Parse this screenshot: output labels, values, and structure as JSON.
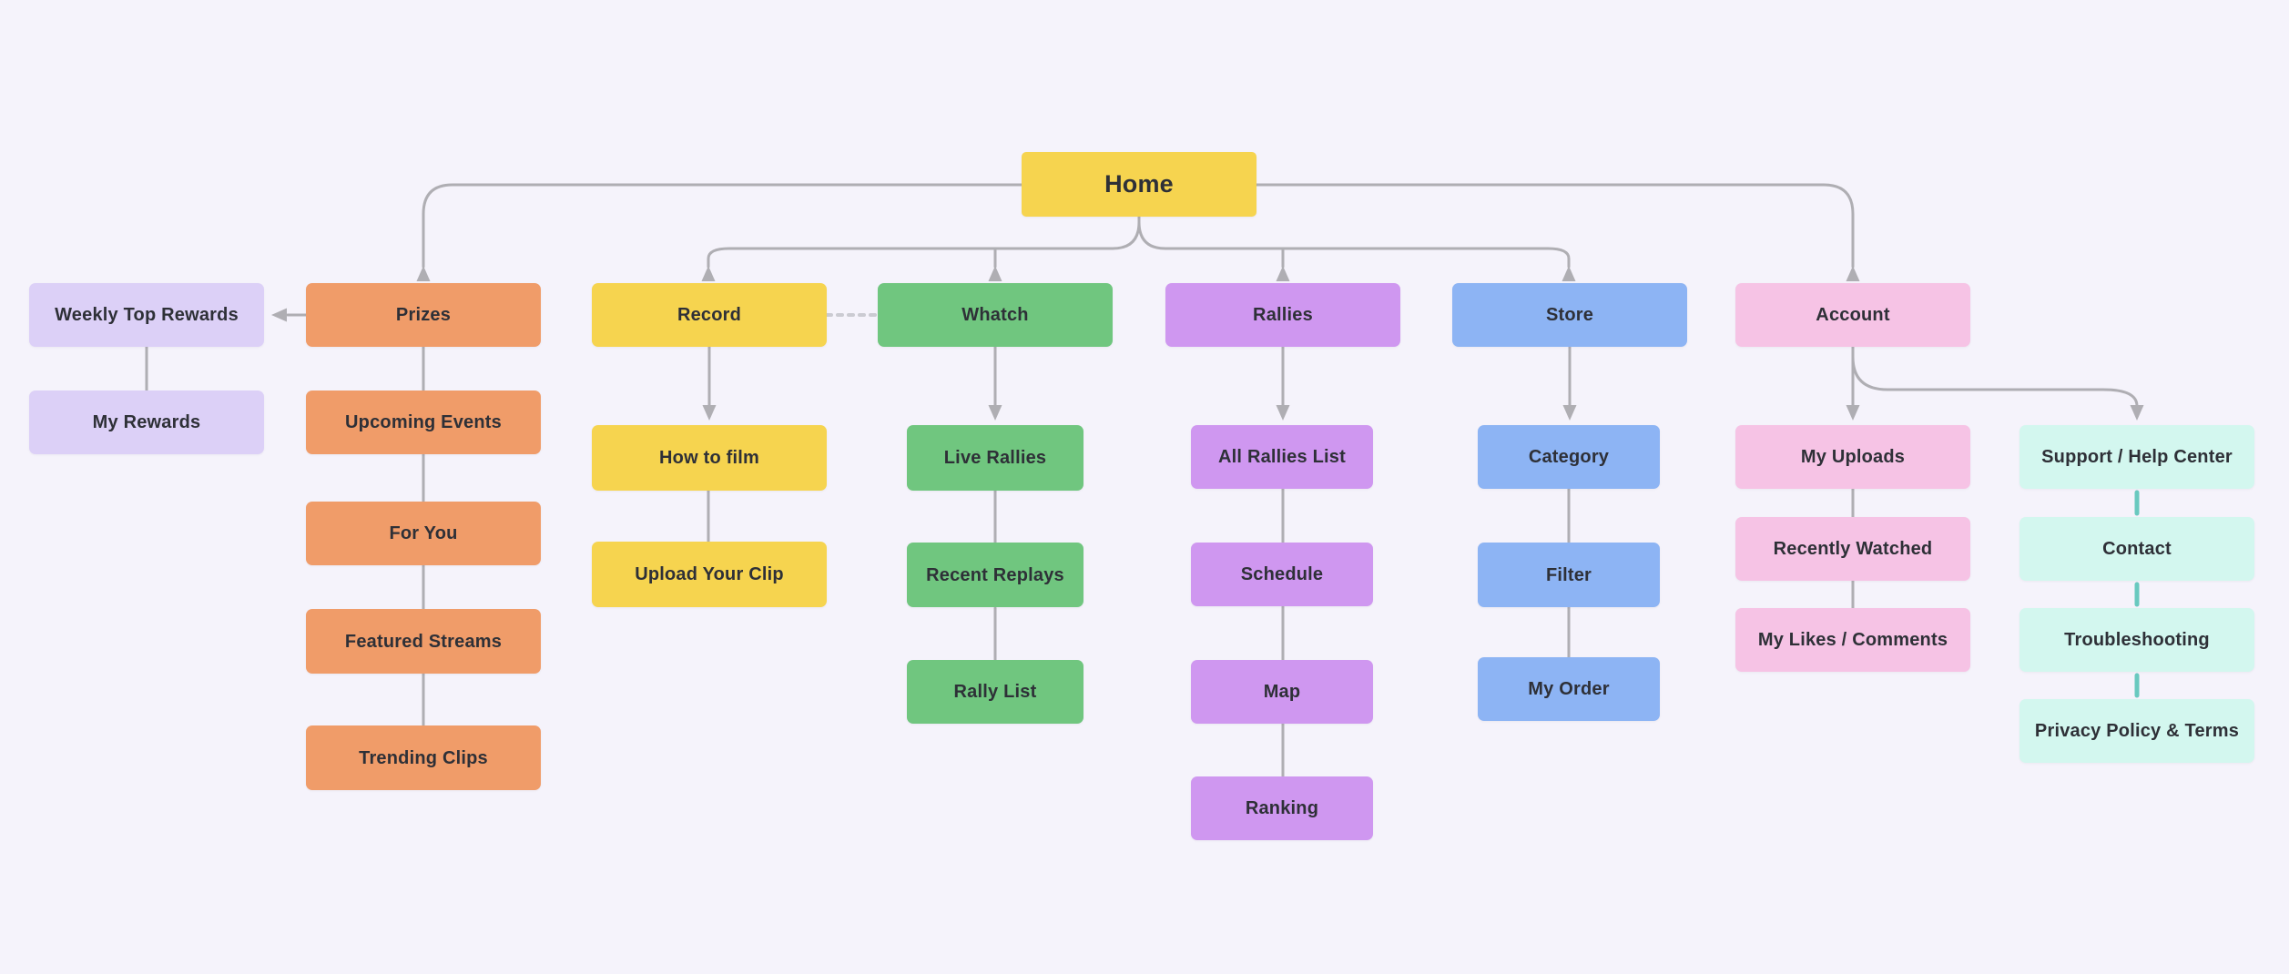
{
  "diagram": {
    "title": "App sitemap flowchart",
    "background": "#F5F3FB",
    "text_color": "#2E3037",
    "palette": {
      "yellow": "#F6D44F",
      "orange": "#F09C69",
      "lavender": "#DCD0F7",
      "green": "#70C67F",
      "purple": "#CF97F0",
      "blue": "#8DB4F4",
      "pink": "#F6C3E5",
      "mint": "#D3F7EF"
    },
    "connector_colors": {
      "line": "#AFAEB3",
      "dotted": "#CBCBD2",
      "teal": "#69C9BF"
    },
    "nodes": [
      {
        "id": "home",
        "label": "Home",
        "color": "yellow"
      },
      {
        "id": "weekly_top_rewards",
        "label": "Weekly Top Rewards",
        "color": "lavender"
      },
      {
        "id": "my_rewards",
        "label": "My Rewards",
        "color": "lavender"
      },
      {
        "id": "prizes",
        "label": "Prizes",
        "color": "orange"
      },
      {
        "id": "upcoming_events",
        "label": "Upcoming Events",
        "color": "orange"
      },
      {
        "id": "for_you",
        "label": "For You",
        "color": "orange"
      },
      {
        "id": "featured_streams",
        "label": "Featured Streams",
        "color": "orange"
      },
      {
        "id": "trending_clips",
        "label": "Trending Clips",
        "color": "orange"
      },
      {
        "id": "record",
        "label": "Record",
        "color": "yellow"
      },
      {
        "id": "how_to_film",
        "label": "How to film",
        "color": "yellow"
      },
      {
        "id": "upload_your_clip",
        "label": "Upload Your Clip",
        "color": "yellow"
      },
      {
        "id": "whatch",
        "label": "Whatch",
        "color": "green"
      },
      {
        "id": "live_rallies",
        "label": "Live Rallies",
        "color": "green"
      },
      {
        "id": "recent_replays",
        "label": "Recent Replays",
        "color": "green"
      },
      {
        "id": "rally_list",
        "label": "Rally List",
        "color": "green"
      },
      {
        "id": "rallies",
        "label": "Rallies",
        "color": "purple"
      },
      {
        "id": "all_rallies_list",
        "label": "All Rallies List",
        "color": "purple"
      },
      {
        "id": "schedule",
        "label": "Schedule",
        "color": "purple"
      },
      {
        "id": "map",
        "label": "Map",
        "color": "purple"
      },
      {
        "id": "ranking",
        "label": "Ranking",
        "color": "purple"
      },
      {
        "id": "store",
        "label": "Store",
        "color": "blue"
      },
      {
        "id": "category",
        "label": "Category",
        "color": "blue"
      },
      {
        "id": "filter",
        "label": "Filter",
        "color": "blue"
      },
      {
        "id": "my_order",
        "label": "My Order",
        "color": "blue"
      },
      {
        "id": "account",
        "label": "Account",
        "color": "pink"
      },
      {
        "id": "my_uploads",
        "label": "My Uploads",
        "color": "pink"
      },
      {
        "id": "recently_watched",
        "label": "Recently Watched",
        "color": "pink"
      },
      {
        "id": "my_likes_comments",
        "label": "My Likes / Comments",
        "color": "pink"
      },
      {
        "id": "support_help_center",
        "label": "Support / Help Center",
        "color": "mint"
      },
      {
        "id": "contact",
        "label": "Contact",
        "color": "mint"
      },
      {
        "id": "troubleshooting",
        "label": "Troubleshooting",
        "color": "mint"
      },
      {
        "id": "privacy_policy_terms",
        "label": "Privacy Policy & Terms",
        "color": "mint"
      }
    ],
    "edges": [
      {
        "from": "home",
        "to": "prizes",
        "style": "solid-arrow"
      },
      {
        "from": "home",
        "to": "record",
        "style": "solid-arrow"
      },
      {
        "from": "home",
        "to": "whatch",
        "style": "solid-arrow"
      },
      {
        "from": "home",
        "to": "rallies",
        "style": "solid-arrow"
      },
      {
        "from": "home",
        "to": "store",
        "style": "solid-arrow"
      },
      {
        "from": "home",
        "to": "account",
        "style": "solid-arrow"
      },
      {
        "from": "prizes",
        "to": "weekly_top_rewards",
        "style": "solid-arrow"
      },
      {
        "from": "weekly_top_rewards",
        "to": "my_rewards",
        "style": "solid"
      },
      {
        "from": "prizes",
        "to": "upcoming_events",
        "style": "solid"
      },
      {
        "from": "upcoming_events",
        "to": "for_you",
        "style": "solid"
      },
      {
        "from": "for_you",
        "to": "featured_streams",
        "style": "solid"
      },
      {
        "from": "featured_streams",
        "to": "trending_clips",
        "style": "solid"
      },
      {
        "from": "record",
        "to": "whatch",
        "style": "dotted"
      },
      {
        "from": "record",
        "to": "how_to_film",
        "style": "solid-arrow"
      },
      {
        "from": "how_to_film",
        "to": "upload_your_clip",
        "style": "solid"
      },
      {
        "from": "whatch",
        "to": "live_rallies",
        "style": "solid-arrow"
      },
      {
        "from": "live_rallies",
        "to": "recent_replays",
        "style": "solid"
      },
      {
        "from": "recent_replays",
        "to": "rally_list",
        "style": "solid"
      },
      {
        "from": "rallies",
        "to": "all_rallies_list",
        "style": "solid-arrow"
      },
      {
        "from": "all_rallies_list",
        "to": "schedule",
        "style": "solid"
      },
      {
        "from": "schedule",
        "to": "map",
        "style": "solid"
      },
      {
        "from": "map",
        "to": "ranking",
        "style": "solid"
      },
      {
        "from": "store",
        "to": "category",
        "style": "solid-arrow"
      },
      {
        "from": "category",
        "to": "filter",
        "style": "solid"
      },
      {
        "from": "filter",
        "to": "my_order",
        "style": "solid"
      },
      {
        "from": "account",
        "to": "my_uploads",
        "style": "solid-arrow"
      },
      {
        "from": "account",
        "to": "support_help_center",
        "style": "solid-arrow"
      },
      {
        "from": "my_uploads",
        "to": "recently_watched",
        "style": "solid"
      },
      {
        "from": "recently_watched",
        "to": "my_likes_comments",
        "style": "solid"
      },
      {
        "from": "support_help_center",
        "to": "contact",
        "style": "teal"
      },
      {
        "from": "contact",
        "to": "troubleshooting",
        "style": "teal"
      },
      {
        "from": "troubleshooting",
        "to": "privacy_policy_terms",
        "style": "teal"
      }
    ]
  }
}
